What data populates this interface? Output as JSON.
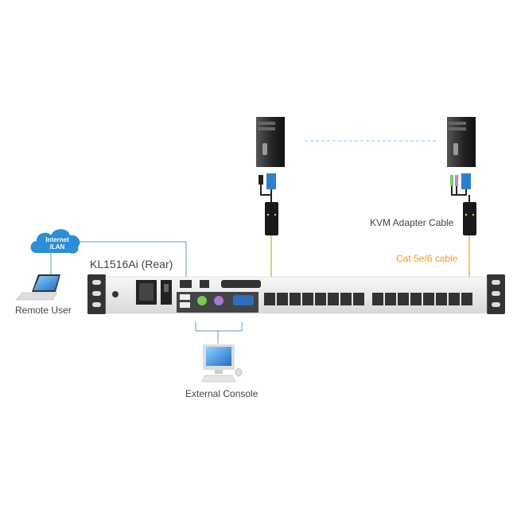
{
  "labels": {
    "model": "KL1516Ai (Rear)",
    "cloud": "Internet /LAN",
    "cloud_line1": "Internet",
    "cloud_line2": "/LAN",
    "remote_user": "Remote User",
    "external_console": "External Console",
    "kvm_adapter": "KVM Adapter Cable",
    "cable": "Cat 5e/6 cable"
  },
  "colors": {
    "cable": "#f29a1e",
    "network_line": "#5b9bc8",
    "cloud": "#2a8fd6",
    "chassis": "#eeeeee"
  },
  "rj45_ports_per_group": 8
}
